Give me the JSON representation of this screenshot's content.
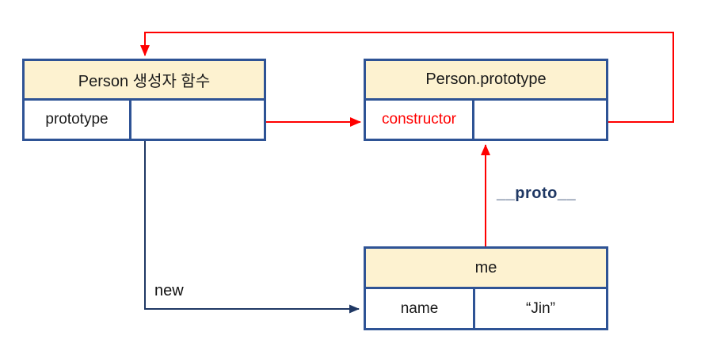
{
  "colors": {
    "box_border": "#2e5395",
    "header_fill": "#fdf2d0",
    "arrow_red": "#ff0000",
    "arrow_navy": "#1f3864",
    "constructor_text": "#ff0000",
    "proto_label_text": "#1f3864",
    "default_text": "#1a1a1a",
    "background": "#ffffff"
  },
  "boxes": {
    "person_constructor": {
      "title": "Person 생성자 함수",
      "cells": [
        {
          "label": "prototype"
        },
        {
          "label": ""
        }
      ]
    },
    "person_prototype": {
      "title": "Person.prototype",
      "cells": [
        {
          "label": "constructor"
        },
        {
          "label": ""
        }
      ]
    },
    "me": {
      "title": "me",
      "cells": [
        {
          "label": "name"
        },
        {
          "label": "“Jin”"
        }
      ]
    }
  },
  "labels": {
    "new_keyword": "new",
    "proto_link": "__proto__"
  },
  "connectors": [
    {
      "name": "prototype-property-link",
      "color": "#ff0000",
      "from": "person_constructor.prototype-slot",
      "to": "person_prototype"
    },
    {
      "name": "constructor-property-link",
      "color": "#ff0000",
      "from": "person_prototype.constructor-slot",
      "to": "person_constructor"
    },
    {
      "name": "proto-link",
      "color": "#ff0000",
      "from": "me",
      "to": "person_prototype",
      "label": "__proto__"
    },
    {
      "name": "new-instantiation-link",
      "color": "#1f3864",
      "from": "person_constructor",
      "to": "me",
      "label": "new"
    }
  ]
}
